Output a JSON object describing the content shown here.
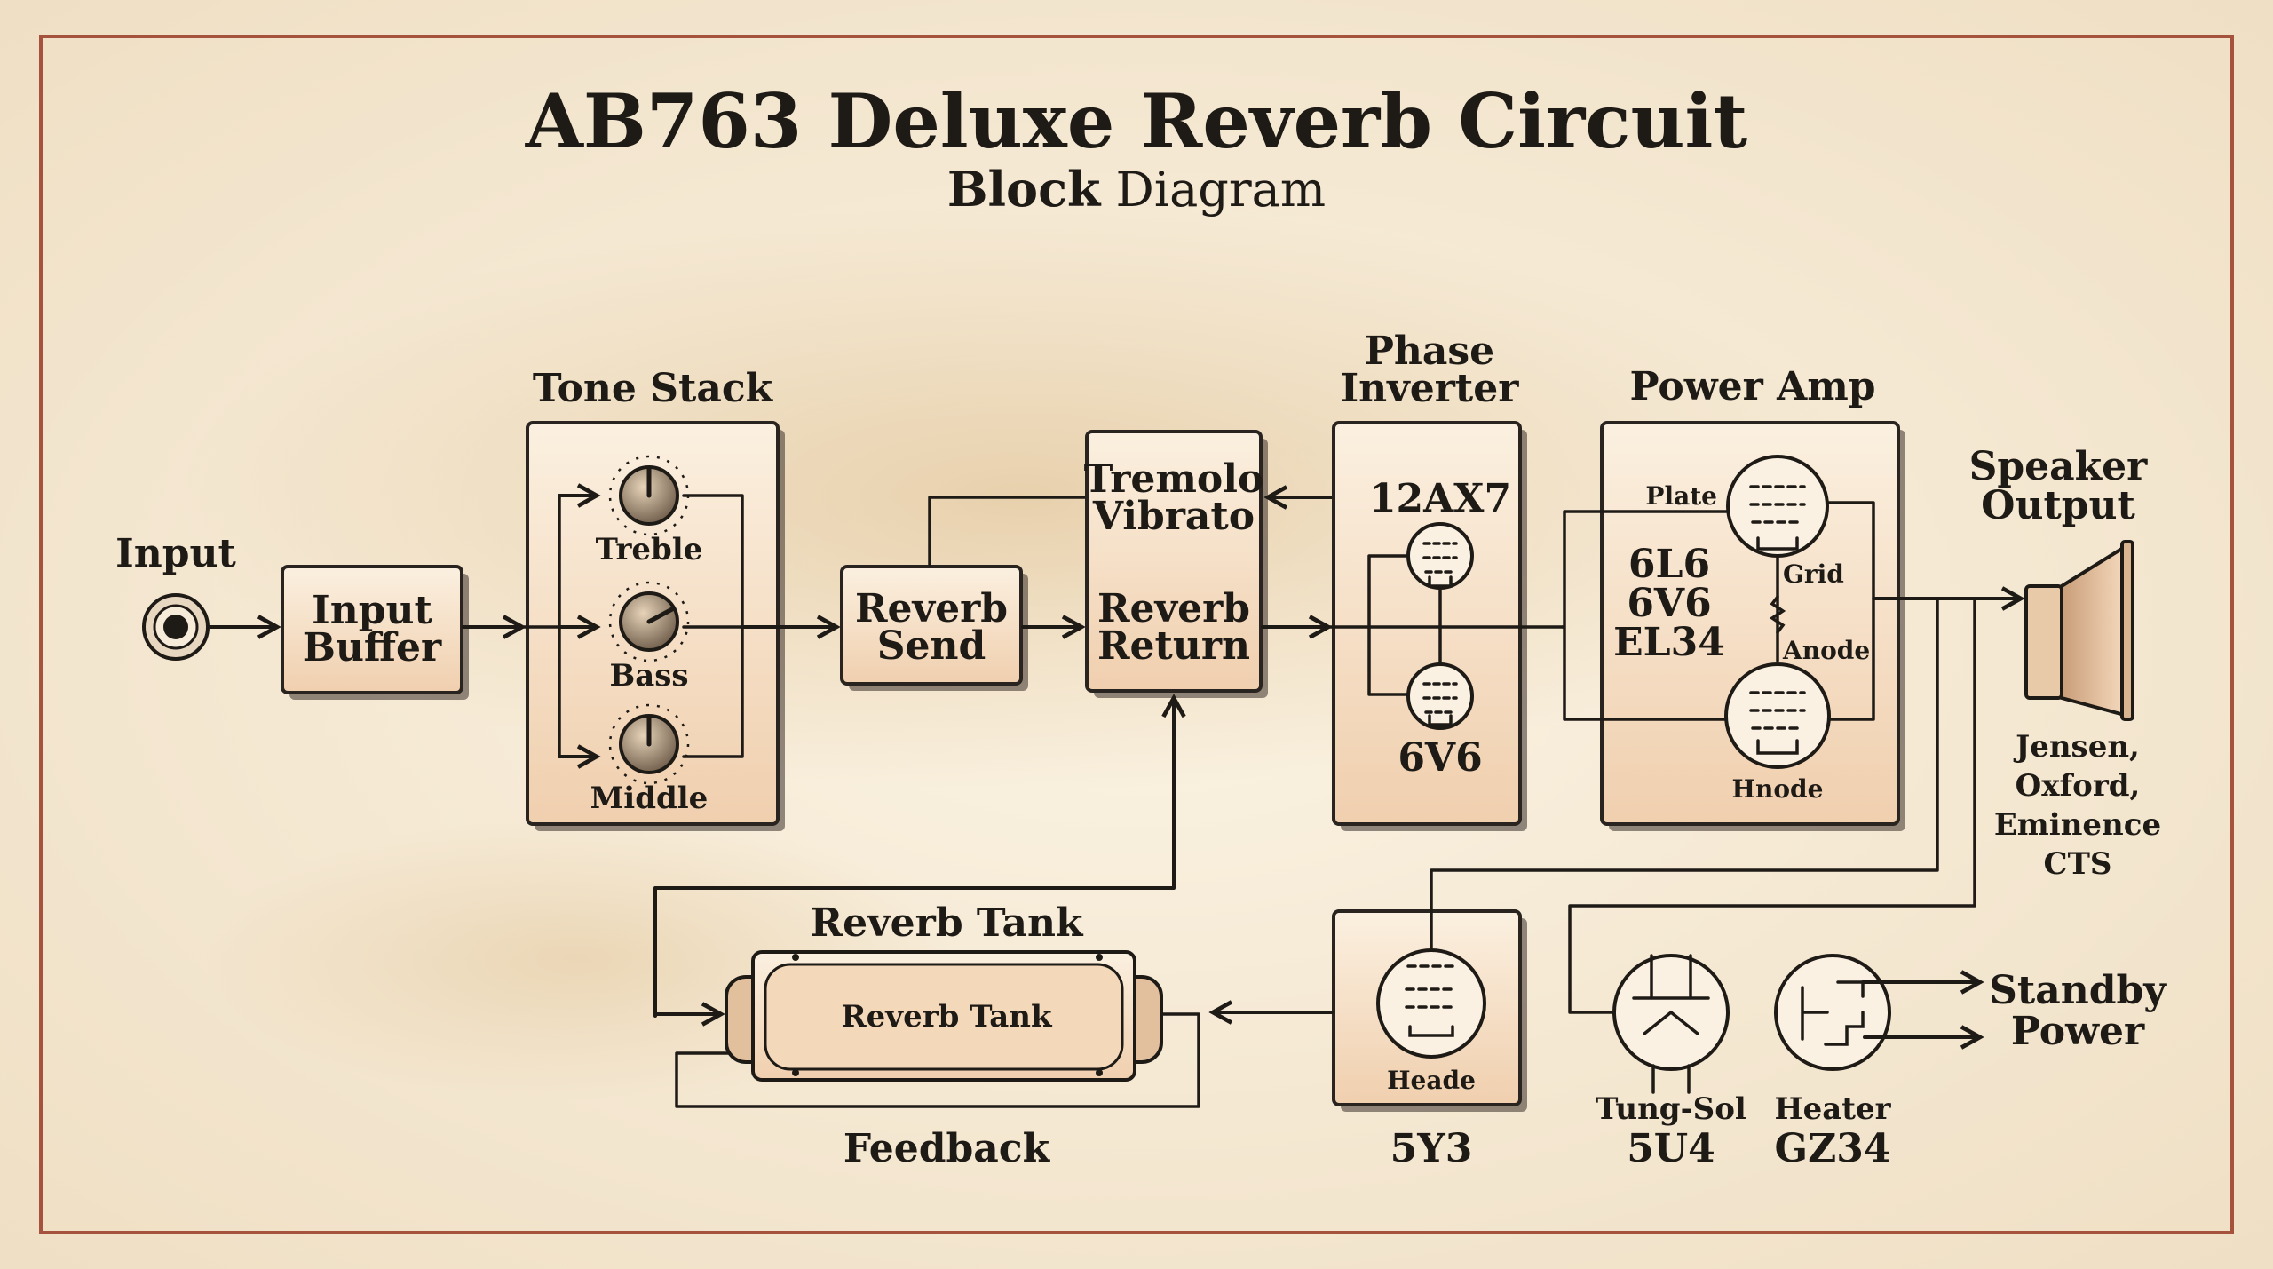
{
  "title": "AB763 Deluxe Reverb Circuit",
  "subtitle": {
    "bold": "Block",
    "normal": " Diagram"
  },
  "input": {
    "label": "Input"
  },
  "input_buffer": {
    "line1": "Input",
    "line2": "Buffer"
  },
  "tone_stack": {
    "label": "Tone Stack",
    "knobs": [
      "Treble",
      "Bass",
      "Middle"
    ]
  },
  "reverb_send": {
    "line1": "Reverb",
    "line2": "Send"
  },
  "tremolo_block": {
    "line1": "Tremolo",
    "line2": "Vibrato",
    "line3": "Reverb",
    "line4": "Return"
  },
  "phase_inverter": {
    "label_line1": "Phase",
    "label_line2": "Inverter",
    "tube_top": "12AX7",
    "tube_bottom": "6V6"
  },
  "power_amp": {
    "label": "Power Amp",
    "tubes": [
      "6L6",
      "6V6",
      "EL34"
    ],
    "pin_labels": {
      "plate": "Plate",
      "grid": "Grid",
      "anode": "Anode",
      "hnode": "Hnode"
    }
  },
  "speaker": {
    "label_line1": "Speaker",
    "label_line2": "Output",
    "brands": [
      "Jensen,",
      "Oxford,",
      "Eminence",
      "CTS"
    ]
  },
  "reverb_tank": {
    "label": "Reverb Tank",
    "inner": "Reverb Tank",
    "feedback": "Feedback"
  },
  "rectifier_5y3": {
    "pin": "Heade",
    "name": "5Y3"
  },
  "rectifier_5u4": {
    "line1": "Tung-Sol",
    "line2": "5U4"
  },
  "rectifier_gz34": {
    "line1": "Heater",
    "line2": "GZ34"
  },
  "standby": {
    "line1": "Standby",
    "line2": "Power"
  },
  "colors": {
    "border": "#a5533d",
    "ink": "#1e1a16",
    "paper": "#f2e6cf",
    "box_fill": "#f6dcc0"
  }
}
